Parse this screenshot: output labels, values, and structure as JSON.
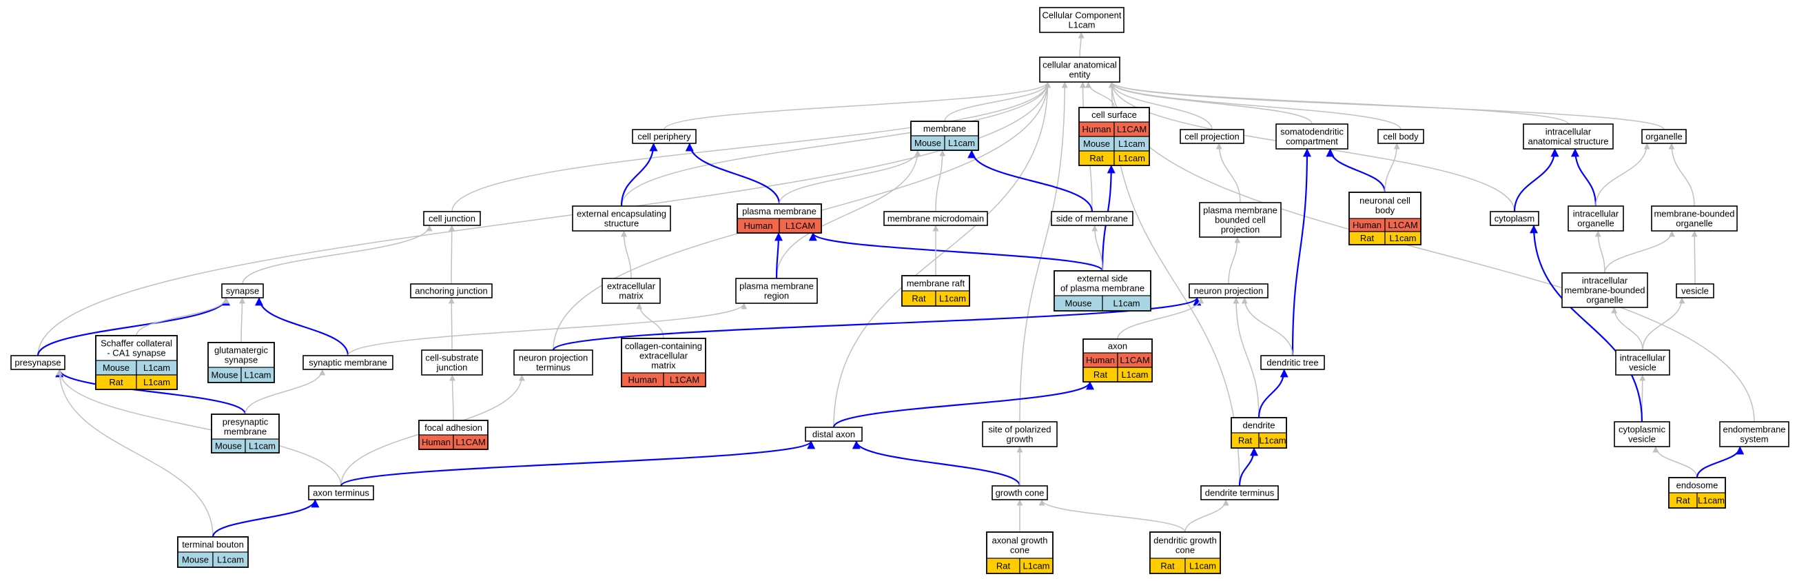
{
  "colors": {
    "Human": "#f2674b",
    "Mouse": "#a9d5e4",
    "Rat": "#ffcc00",
    "edge_gray": "#c0c0c0",
    "edge_blue": "#0000ff"
  },
  "nodes": [
    {
      "id": "cc",
      "lines": [
        "Cellular Component",
        "L1cam"
      ],
      "tags": []
    },
    {
      "id": "cae",
      "lines": [
        "cellular anatomical",
        "entity"
      ],
      "tags": []
    },
    {
      "id": "membrane",
      "lines": [
        "membrane"
      ],
      "tags": [
        [
          "Mouse",
          "L1cam"
        ]
      ]
    },
    {
      "id": "cell_surface",
      "lines": [
        "cell surface"
      ],
      "tags": [
        [
          "Human",
          "L1CAM"
        ],
        [
          "Mouse",
          "L1cam"
        ],
        [
          "Rat",
          "L1cam"
        ]
      ]
    },
    {
      "id": "cell_periphery",
      "lines": [
        "cell periphery"
      ],
      "tags": []
    },
    {
      "id": "cell_projection",
      "lines": [
        "cell projection"
      ],
      "tags": []
    },
    {
      "id": "somatodendritic",
      "lines": [
        "somatodendritic",
        "compartment"
      ],
      "tags": []
    },
    {
      "id": "cell_body",
      "lines": [
        "cell body"
      ],
      "tags": []
    },
    {
      "id": "ias",
      "lines": [
        "intracellular",
        "anatomical structure"
      ],
      "tags": []
    },
    {
      "id": "organelle",
      "lines": [
        "organelle"
      ],
      "tags": []
    },
    {
      "id": "cell_junction",
      "lines": [
        "cell junction"
      ],
      "tags": []
    },
    {
      "id": "ext_encaps",
      "lines": [
        "external encapsulating",
        "structure"
      ],
      "tags": []
    },
    {
      "id": "plasma_membrane",
      "lines": [
        "plasma membrane"
      ],
      "tags": [
        [
          "Human",
          "L1CAM"
        ]
      ]
    },
    {
      "id": "membrane_microdomain",
      "lines": [
        "membrane microdomain"
      ],
      "tags": []
    },
    {
      "id": "side_of_membrane",
      "lines": [
        "side of membrane"
      ],
      "tags": []
    },
    {
      "id": "pm_bounded",
      "lines": [
        "plasma membrane",
        "bounded cell",
        "projection"
      ],
      "tags": []
    },
    {
      "id": "neuronal_cell_body",
      "lines": [
        "neuronal cell",
        "body"
      ],
      "tags": [
        [
          "Human",
          "L1CAM"
        ],
        [
          "Rat",
          "L1cam"
        ]
      ]
    },
    {
      "id": "cytoplasm",
      "lines": [
        "cytoplasm"
      ],
      "tags": []
    },
    {
      "id": "intracellular_organelle",
      "lines": [
        "intracellular",
        "organelle"
      ],
      "tags": []
    },
    {
      "id": "mb_organelle",
      "lines": [
        "membrane-bounded",
        "organelle"
      ],
      "tags": []
    },
    {
      "id": "synapse",
      "lines": [
        "synapse"
      ],
      "tags": []
    },
    {
      "id": "anchoring_junction",
      "lines": [
        "anchoring junction"
      ],
      "tags": []
    },
    {
      "id": "ecm",
      "lines": [
        "extracellular",
        "matrix"
      ],
      "tags": []
    },
    {
      "id": "pm_region",
      "lines": [
        "plasma membrane",
        "region"
      ],
      "tags": []
    },
    {
      "id": "membrane_raft",
      "lines": [
        "membrane raft"
      ],
      "tags": [
        [
          "Rat",
          "L1cam"
        ]
      ]
    },
    {
      "id": "ext_side_pm",
      "lines": [
        "external side",
        "of plasma membrane"
      ],
      "tags": [
        [
          "Mouse",
          "L1cam"
        ]
      ]
    },
    {
      "id": "neuron_projection",
      "lines": [
        "neuron projection"
      ],
      "tags": []
    },
    {
      "id": "imbo",
      "lines": [
        "intracellular",
        "membrane-bounded",
        "organelle"
      ],
      "tags": []
    },
    {
      "id": "vesicle",
      "lines": [
        "vesicle"
      ],
      "tags": []
    },
    {
      "id": "presynapse",
      "lines": [
        "presynapse"
      ],
      "tags": []
    },
    {
      "id": "schaffer",
      "lines": [
        "Schaffer collateral",
        "- CA1 synapse"
      ],
      "tags": [
        [
          "Mouse",
          "L1cam"
        ],
        [
          "Rat",
          "L1cam"
        ]
      ]
    },
    {
      "id": "glutamatergic",
      "lines": [
        "glutamatergic",
        "synapse"
      ],
      "tags": [
        [
          "Mouse",
          "L1cam"
        ]
      ]
    },
    {
      "id": "synaptic_membrane",
      "lines": [
        "synaptic membrane"
      ],
      "tags": []
    },
    {
      "id": "cell_substrate",
      "lines": [
        "cell-substrate",
        "junction"
      ],
      "tags": []
    },
    {
      "id": "npt",
      "lines": [
        "neuron projection",
        "terminus"
      ],
      "tags": []
    },
    {
      "id": "collagen",
      "lines": [
        "collagen-containing",
        "extracellular",
        "matrix"
      ],
      "tags": [
        [
          "Human",
          "L1CAM"
        ]
      ]
    },
    {
      "id": "axon",
      "lines": [
        "axon"
      ],
      "tags": [
        [
          "Human",
          "L1CAM"
        ],
        [
          "Rat",
          "L1cam"
        ]
      ]
    },
    {
      "id": "dendritic_tree",
      "lines": [
        "dendritic tree"
      ],
      "tags": []
    },
    {
      "id": "intracellular_vesicle",
      "lines": [
        "intracellular",
        "vesicle"
      ],
      "tags": []
    },
    {
      "id": "presynaptic_membrane",
      "lines": [
        "presynaptic",
        "membrane"
      ],
      "tags": [
        [
          "Mouse",
          "L1cam"
        ]
      ]
    },
    {
      "id": "focal_adhesion",
      "lines": [
        "focal adhesion"
      ],
      "tags": [
        [
          "Human",
          "L1CAM"
        ]
      ]
    },
    {
      "id": "distal_axon",
      "lines": [
        "distal axon"
      ],
      "tags": []
    },
    {
      "id": "site_polarized",
      "lines": [
        "site of polarized",
        "growth"
      ],
      "tags": []
    },
    {
      "id": "dendrite",
      "lines": [
        "dendrite"
      ],
      "tags": [
        [
          "Rat",
          "L1cam"
        ]
      ]
    },
    {
      "id": "cytoplasmic_vesicle",
      "lines": [
        "cytoplasmic",
        "vesicle"
      ],
      "tags": []
    },
    {
      "id": "endomembrane",
      "lines": [
        "endomembrane",
        "system"
      ],
      "tags": []
    },
    {
      "id": "axon_terminus",
      "lines": [
        "axon terminus"
      ],
      "tags": []
    },
    {
      "id": "growth_cone",
      "lines": [
        "growth cone"
      ],
      "tags": []
    },
    {
      "id": "dendrite_terminus",
      "lines": [
        "dendrite terminus"
      ],
      "tags": []
    },
    {
      "id": "endosome",
      "lines": [
        "endosome"
      ],
      "tags": [
        [
          "Rat",
          "L1cam"
        ]
      ]
    },
    {
      "id": "terminal_bouton",
      "lines": [
        "terminal bouton"
      ],
      "tags": [
        [
          "Mouse",
          "L1cam"
        ]
      ]
    },
    {
      "id": "axonal_growth_cone",
      "lines": [
        "axonal growth",
        "cone"
      ],
      "tags": [
        [
          "Rat",
          "L1cam"
        ]
      ]
    },
    {
      "id": "dendritic_growth_cone",
      "lines": [
        "dendritic growth",
        "cone"
      ],
      "tags": [
        [
          "Rat",
          "L1cam"
        ]
      ]
    }
  ],
  "edges": [
    {
      "from": "cae",
      "to": "cc",
      "color": "gray"
    },
    {
      "from": "membrane",
      "to": "cae",
      "color": "gray"
    },
    {
      "from": "cell_surface",
      "to": "cae",
      "color": "gray"
    },
    {
      "from": "cell_periphery",
      "to": "cae",
      "color": "gray"
    },
    {
      "from": "cell_projection",
      "to": "cae",
      "color": "gray"
    },
    {
      "from": "somatodendritic",
      "to": "cae",
      "color": "gray"
    },
    {
      "from": "cell_body",
      "to": "cae",
      "color": "gray"
    },
    {
      "from": "ias",
      "to": "cae",
      "color": "gray"
    },
    {
      "from": "organelle",
      "to": "cae",
      "color": "gray"
    },
    {
      "from": "cell_junction",
      "to": "cae",
      "color": "gray"
    },
    {
      "from": "ext_encaps",
      "to": "cae",
      "color": "gray"
    },
    {
      "from": "side_of_membrane",
      "to": "cae",
      "color": "gray"
    },
    {
      "from": "cytoplasm",
      "to": "cae",
      "color": "gray"
    },
    {
      "from": "presynapse",
      "to": "cae",
      "color": "gray"
    },
    {
      "from": "npt",
      "to": "cae",
      "color": "gray"
    },
    {
      "from": "distal_axon",
      "to": "cae",
      "color": "gray"
    },
    {
      "from": "site_polarized",
      "to": "cae",
      "color": "gray"
    },
    {
      "from": "dendrite_terminus",
      "to": "cae",
      "color": "gray"
    },
    {
      "from": "endomembrane",
      "to": "cae",
      "color": "gray"
    },
    {
      "from": "ext_encaps",
      "to": "cell_periphery",
      "color": "blue"
    },
    {
      "from": "plasma_membrane",
      "to": "cell_periphery",
      "color": "blue"
    },
    {
      "from": "plasma_membrane",
      "to": "membrane",
      "color": "gray"
    },
    {
      "from": "membrane_microdomain",
      "to": "membrane",
      "color": "gray"
    },
    {
      "from": "side_of_membrane",
      "to": "membrane",
      "color": "blue"
    },
    {
      "from": "pm_region",
      "to": "membrane",
      "color": "gray"
    },
    {
      "from": "ext_side_pm",
      "to": "cell_surface",
      "color": "blue"
    },
    {
      "from": "pm_bounded",
      "to": "cell_projection",
      "color": "gray"
    },
    {
      "from": "neuronal_cell_body",
      "to": "somatodendritic",
      "color": "blue"
    },
    {
      "from": "dendritic_tree",
      "to": "somatodendritic",
      "color": "blue"
    },
    {
      "from": "neuronal_cell_body",
      "to": "cell_body",
      "color": "gray"
    },
    {
      "from": "cytoplasm",
      "to": "ias",
      "color": "blue"
    },
    {
      "from": "intracellular_organelle",
      "to": "ias",
      "color": "blue"
    },
    {
      "from": "intracellular_organelle",
      "to": "organelle",
      "color": "gray"
    },
    {
      "from": "mb_organelle",
      "to": "organelle",
      "color": "gray"
    },
    {
      "from": "synapse",
      "to": "cell_junction",
      "color": "gray"
    },
    {
      "from": "anchoring_junction",
      "to": "cell_junction",
      "color": "gray"
    },
    {
      "from": "ecm",
      "to": "ext_encaps",
      "color": "gray"
    },
    {
      "from": "pm_region",
      "to": "plasma_membrane",
      "color": "blue"
    },
    {
      "from": "ext_side_pm",
      "to": "plasma_membrane",
      "color": "blue"
    },
    {
      "from": "membrane_raft",
      "to": "membrane_microdomain",
      "color": "gray"
    },
    {
      "from": "ext_side_pm",
      "to": "side_of_membrane",
      "color": "gray"
    },
    {
      "from": "neuron_projection",
      "to": "pm_bounded",
      "color": "gray"
    },
    {
      "from": "imbo",
      "to": "intracellular_organelle",
      "color": "gray"
    },
    {
      "from": "imbo",
      "to": "mb_organelle",
      "color": "gray"
    },
    {
      "from": "vesicle",
      "to": "mb_organelle",
      "color": "gray"
    },
    {
      "from": "presynapse",
      "to": "synapse",
      "color": "blue"
    },
    {
      "from": "schaffer",
      "to": "synapse",
      "color": "gray"
    },
    {
      "from": "glutamatergic",
      "to": "synapse",
      "color": "gray"
    },
    {
      "from": "synaptic_membrane",
      "to": "synapse",
      "color": "blue"
    },
    {
      "from": "cell_substrate",
      "to": "anchoring_junction",
      "color": "gray"
    },
    {
      "from": "collagen",
      "to": "ecm",
      "color": "gray"
    },
    {
      "from": "synaptic_membrane",
      "to": "pm_region",
      "color": "gray"
    },
    {
      "from": "npt",
      "to": "neuron_projection",
      "color": "blue"
    },
    {
      "from": "axon",
      "to": "neuron_projection",
      "color": "gray"
    },
    {
      "from": "dendritic_tree",
      "to": "neuron_projection",
      "color": "gray"
    },
    {
      "from": "dendrite",
      "to": "neuron_projection",
      "color": "gray"
    },
    {
      "from": "intracellular_vesicle",
      "to": "imbo",
      "color": "gray"
    },
    {
      "from": "intracellular_vesicle",
      "to": "vesicle",
      "color": "gray"
    },
    {
      "from": "presynaptic_membrane",
      "to": "presynapse",
      "color": "blue"
    },
    {
      "from": "axon_terminus",
      "to": "presynapse",
      "color": "gray"
    },
    {
      "from": "terminal_bouton",
      "to": "presynapse",
      "color": "gray"
    },
    {
      "from": "presynaptic_membrane",
      "to": "synaptic_membrane",
      "color": "gray"
    },
    {
      "from": "focal_adhesion",
      "to": "cell_substrate",
      "color": "gray"
    },
    {
      "from": "axon_terminus",
      "to": "npt",
      "color": "gray"
    },
    {
      "from": "distal_axon",
      "to": "axon",
      "color": "blue"
    },
    {
      "from": "dendrite",
      "to": "dendritic_tree",
      "color": "blue"
    },
    {
      "from": "cytoplasmic_vesicle",
      "to": "intracellular_vesicle",
      "color": "gray"
    },
    {
      "from": "cytoplasmic_vesicle",
      "to": "cytoplasm",
      "color": "blue"
    },
    {
      "from": "axon_terminus",
      "to": "distal_axon",
      "color": "blue"
    },
    {
      "from": "growth_cone",
      "to": "distal_axon",
      "color": "blue"
    },
    {
      "from": "growth_cone",
      "to": "site_polarized",
      "color": "gray"
    },
    {
      "from": "dendrite_terminus",
      "to": "dendrite",
      "color": "blue"
    },
    {
      "from": "endosome",
      "to": "cytoplasmic_vesicle",
      "color": "gray"
    },
    {
      "from": "endosome",
      "to": "endomembrane",
      "color": "blue"
    },
    {
      "from": "terminal_bouton",
      "to": "axon_terminus",
      "color": "blue"
    },
    {
      "from": "axonal_growth_cone",
      "to": "growth_cone",
      "color": "gray"
    },
    {
      "from": "dendritic_growth_cone",
      "to": "growth_cone",
      "color": "gray"
    },
    {
      "from": "dendritic_growth_cone",
      "to": "dendrite_terminus",
      "color": "gray"
    }
  ]
}
